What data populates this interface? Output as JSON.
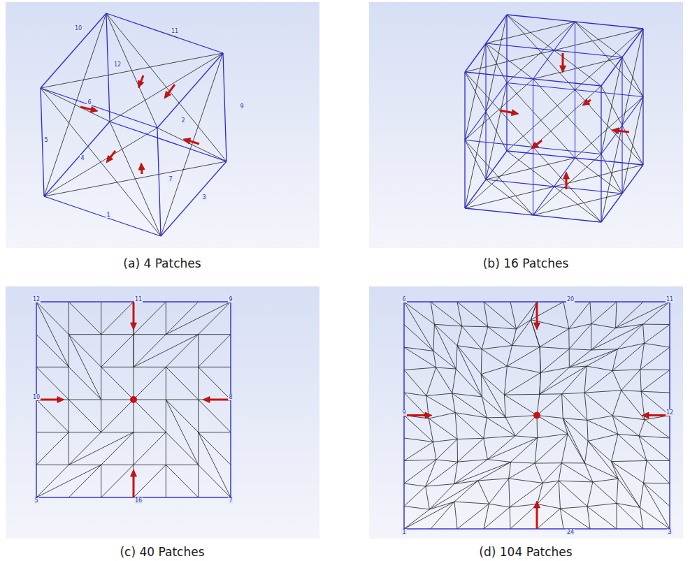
{
  "diagram": {
    "labels": [
      "(a) 4 Patches",
      "(b) 16 Patches",
      "(c) 40 Patches",
      "(d) 104 Patches",
      "11",
      "10",
      "12",
      "9",
      "6",
      "5",
      "4",
      "7",
      "1",
      "3",
      "2",
      "12",
      "9",
      "5",
      "7",
      "11",
      "10",
      "8",
      "16",
      "6",
      "11",
      "1",
      "3",
      "20",
      "9",
      "12",
      "24"
    ]
  }
}
